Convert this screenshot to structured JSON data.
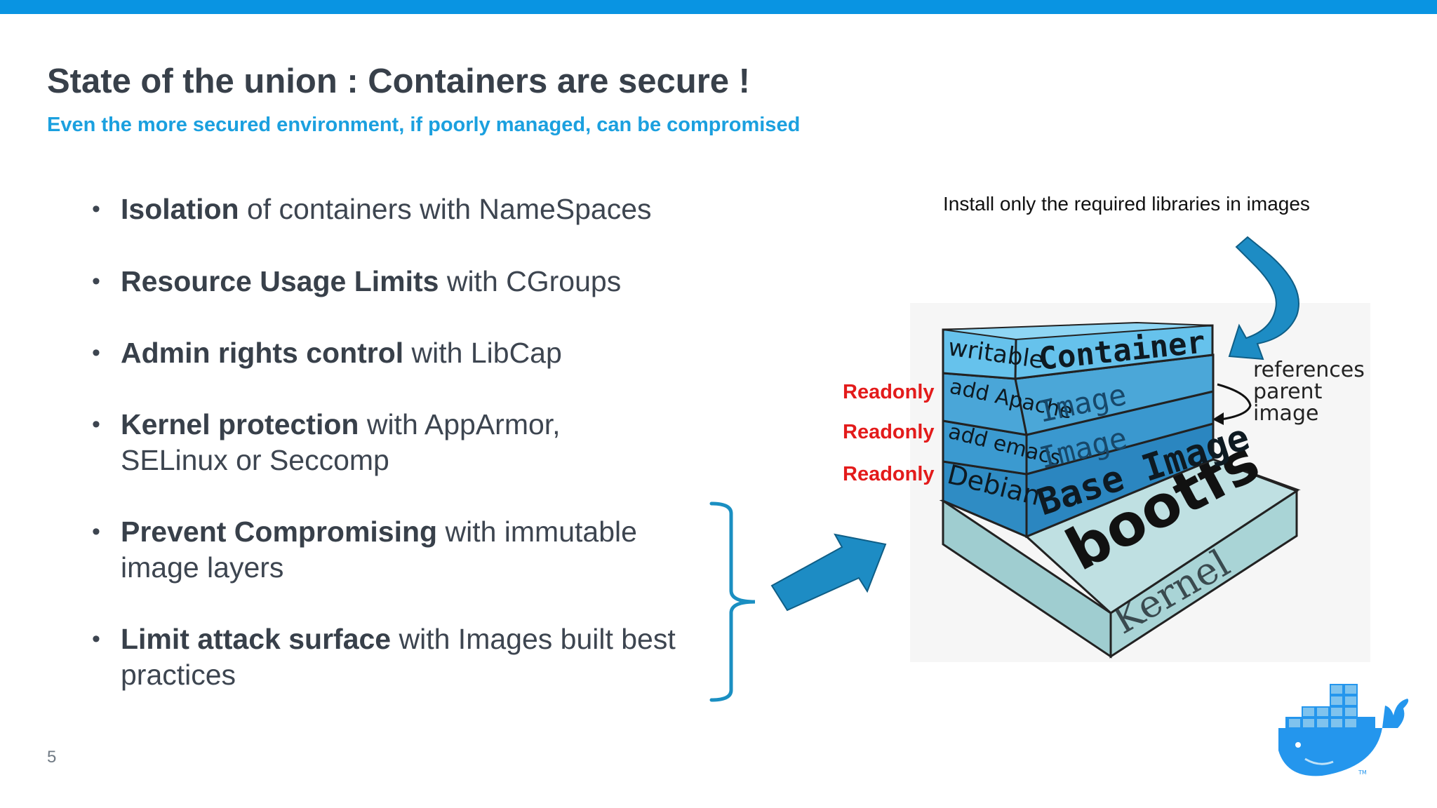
{
  "slide": {
    "title": "State of the union : Containers are secure !",
    "subtitle": "Even the more secured environment, if poorly managed, can be compromised",
    "page_number": "5"
  },
  "bullets": [
    {
      "bold": "Isolation",
      "rest": " of containers with NameSpaces"
    },
    {
      "bold": "Resource Usage Limits",
      "rest": " with CGroups"
    },
    {
      "bold": "Admin rights control",
      "rest": " with LibCap"
    },
    {
      "bold": "Kernel protection",
      "rest": " with AppArmor, SELinux or Seccomp"
    },
    {
      "bold": "Prevent Compromising",
      "rest": " with immutable image layers"
    },
    {
      "bold": "Limit attack surface",
      "rest": " with Images built best practices"
    }
  ],
  "diagram": {
    "note": "Install only the required libraries in images",
    "readonly_labels": [
      "Readonly",
      "Readonly",
      "Readonly"
    ],
    "layers": {
      "writable": "writable",
      "container": "Container",
      "add_apache": "add Apache",
      "image1": "Image",
      "add_emacs": "add emacs",
      "image2": "Image",
      "debian": "Debian",
      "base_image": "Base Image",
      "bootfs": "bootfs",
      "kernel": "Kernel"
    },
    "references": [
      "references",
      "parent",
      "image"
    ]
  },
  "logo": {
    "trademark": "TM"
  },
  "colors": {
    "accent": "#0994e2",
    "subtitle": "#1ba0df",
    "readonly": "#e31b1b",
    "arrow": "#1a8fc2"
  }
}
